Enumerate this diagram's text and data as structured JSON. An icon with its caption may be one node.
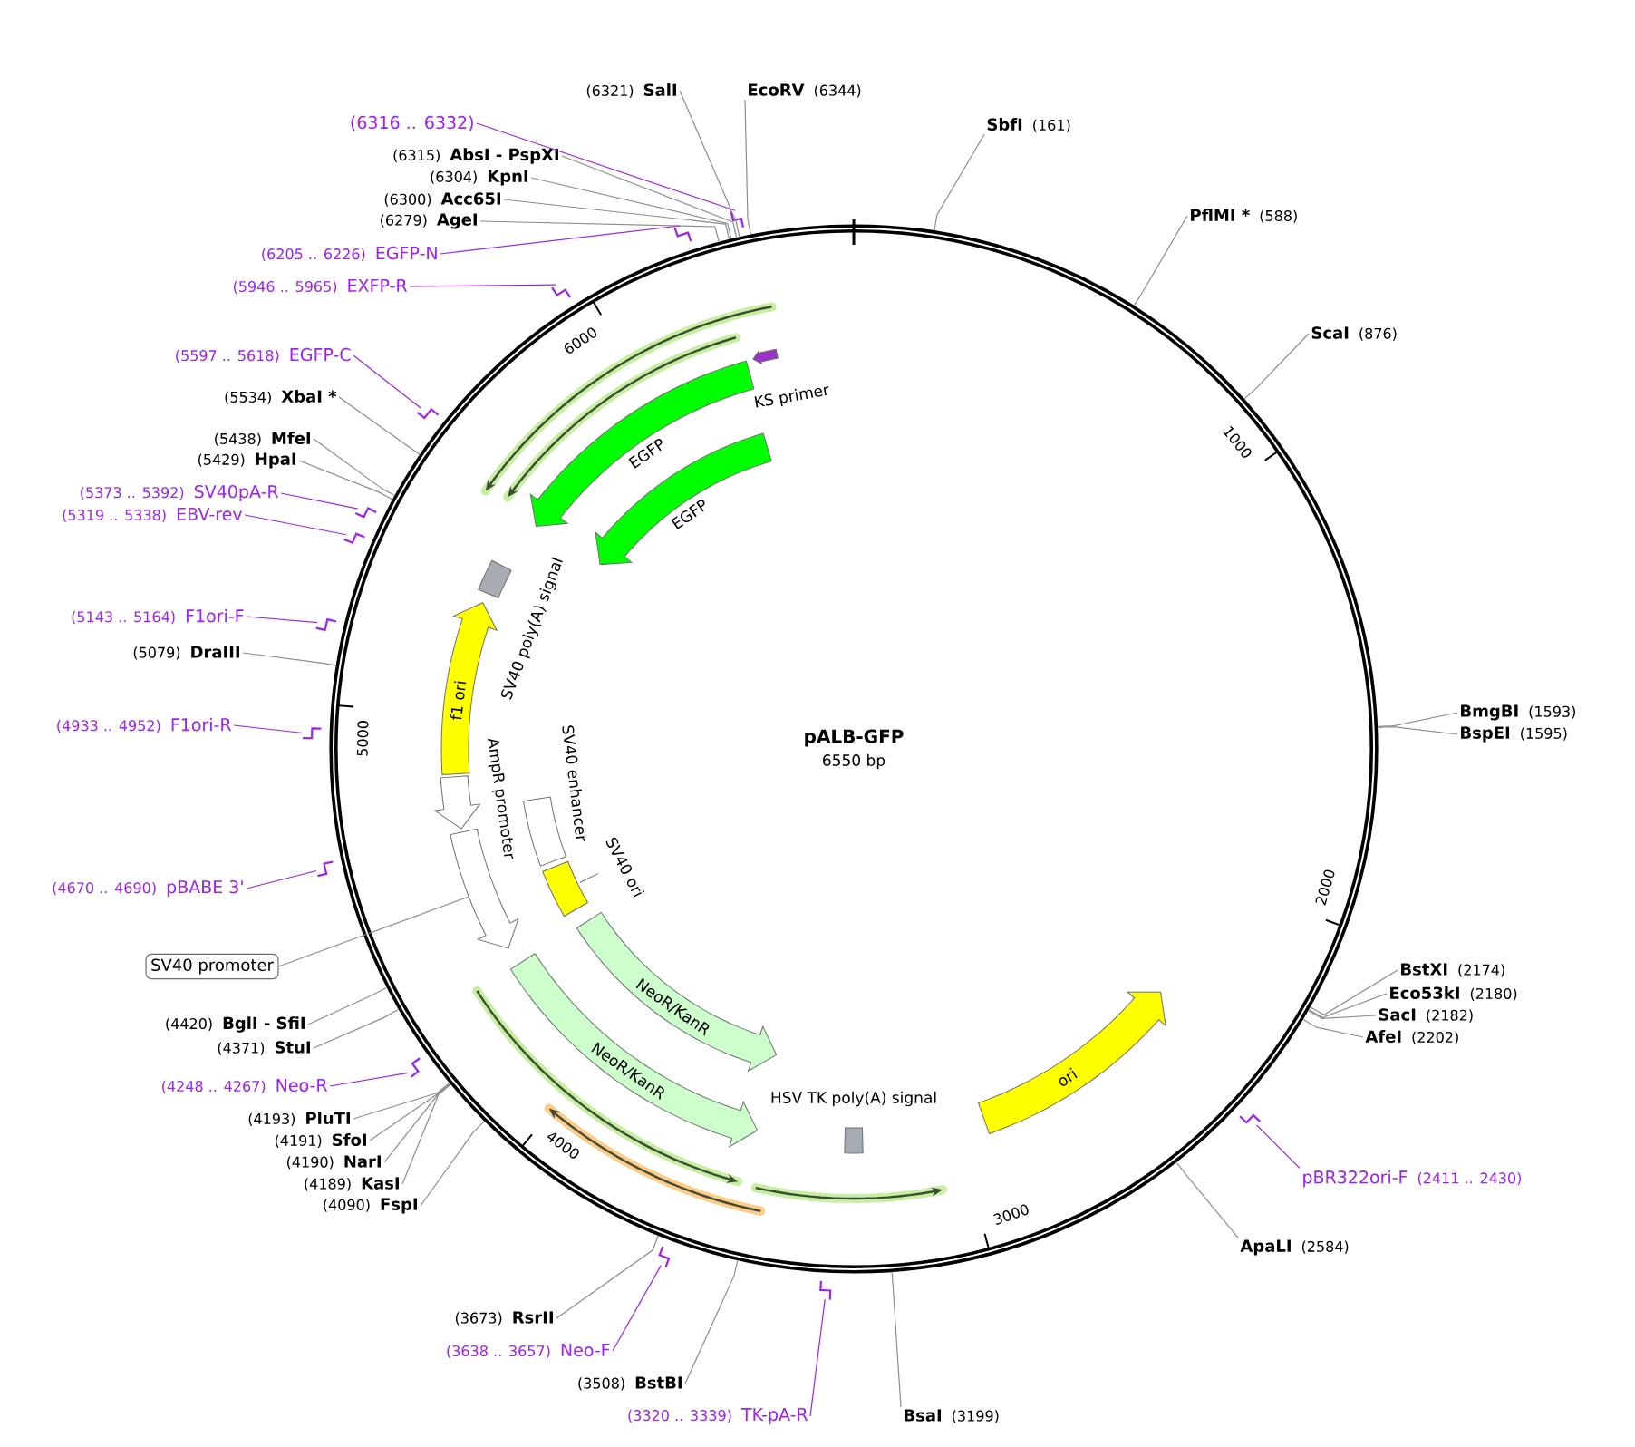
{
  "diagram": {
    "title": "pALB-GFP",
    "nodes": [
      {
        "text": [
          "(6321)",
          "SalI"
        ]
      },
      {
        "text": [
          "EcoRV",
          "(6344)"
        ]
      },
      {
        "text": [
          "SbfI",
          "(161)"
        ]
      },
      {
        "text": [
          "(6316 .. 6332)"
        ]
      },
      {
        "text": [
          "(6315)",
          "AbsI - PspXI"
        ]
      },
      {
        "text": [
          "(6304)",
          "KpnI"
        ]
      },
      {
        "text": [
          "(6300)",
          "Acc65I"
        ]
      },
      {
        "text": [
          "(6279)",
          "AgeI"
        ]
      },
      {
        "text": [
          "PflMI *",
          "(588)"
        ]
      },
      {
        "text": [
          "(6205 .. 6226)",
          "EGFP-N"
        ]
      },
      {
        "text": [
          "(5946 .. 5965)",
          "EXFP-R"
        ]
      },
      {
        "text": [
          "ScaI",
          "(876)"
        ]
      },
      {
        "text": [
          "(5597 .. 5618)",
          "EGFP-C"
        ]
      },
      {
        "text": [
          "(5534)",
          "XbaI *"
        ]
      },
      {
        "text": [
          "(5438)",
          "MfeI"
        ]
      },
      {
        "text": [
          "(5429)",
          "HpaI"
        ]
      },
      {
        "text": [
          "(5373 .. 5392)",
          "SV40pA-R"
        ]
      },
      {
        "text": [
          "(5319 .. 5338)",
          "EBV-rev"
        ]
      },
      {
        "text": [
          "(5143 .. 5164)",
          "F1ori-F"
        ]
      },
      {
        "text": [
          "(5079)",
          "DraIII"
        ]
      },
      {
        "text": [
          "BmgBI",
          "(1593)"
        ]
      },
      {
        "text": [
          "(4933 .. 4952)",
          "F1ori-R"
        ]
      },
      {
        "text": [
          "BspEI",
          "(1595)"
        ]
      },
      {
        "text": [
          "(4670 .. 4690)",
          "pBABE 3'"
        ]
      },
      {
        "text": [
          "SV40 promoter"
        ]
      },
      {
        "text": [
          "BstXI",
          "(2174)"
        ]
      },
      {
        "text": [
          "Eco53kI",
          "(2180)"
        ]
      },
      {
        "text": [
          "SacI",
          "(2182)"
        ]
      },
      {
        "text": [
          "(4420)",
          "BglI - SfiI"
        ]
      },
      {
        "text": [
          "AfeI",
          "(2202)"
        ]
      },
      {
        "text": [
          "(4371)",
          "StuI"
        ]
      },
      {
        "text": [
          "(4248 .. 4267)",
          "Neo-R"
        ]
      },
      {
        "text": [
          "(4193)",
          "PluTI"
        ]
      },
      {
        "text": [
          "(4191)",
          "SfoI"
        ]
      },
      {
        "text": [
          "(4190)",
          "NarI"
        ]
      },
      {
        "text": [
          "pBR322ori-F",
          "(2411 .. 2430)"
        ]
      },
      {
        "text": [
          "(4189)",
          "KasI"
        ]
      },
      {
        "text": [
          "(4090)",
          "FspI"
        ]
      },
      {
        "text": [
          "ApaLI",
          "(2584)"
        ]
      },
      {
        "text": [
          "(3673)",
          "RsrII"
        ]
      },
      {
        "text": [
          "(3638 .. 3657)",
          "Neo-F"
        ]
      },
      {
        "text": [
          "(3508)",
          "BstBI"
        ]
      },
      {
        "text": [
          "(3320 .. 3339)",
          "TK-pA-R"
        ]
      },
      {
        "text": [
          "BsaI",
          "(3199)"
        ]
      },
      {
        "text": [
          "KS primer"
        ]
      },
      {
        "text": [
          "EGFP"
        ]
      },
      {
        "text": [
          "EGFP"
        ]
      },
      {
        "text": [
          "SV40 poly(A) signal"
        ]
      },
      {
        "text": [
          "f1 ori"
        ]
      },
      {
        "text": [
          "AmpR promoter"
        ]
      },
      {
        "text": [],
        "shape": "arrow"
      },
      {
        "text": [
          "SV40 enhancer"
        ]
      },
      {
        "text": [
          "SV40 ori"
        ]
      },
      {
        "text": [
          "NeoR/KanR"
        ]
      },
      {
        "text": [
          "NeoR/KanR"
        ]
      },
      {
        "text": [
          "HSV TK poly(A) signal"
        ]
      },
      {
        "text": [
          "ori"
        ]
      }
    ],
    "edges": [
      {
        "from": 0,
        "to": null,
        "arrow": "none"
      },
      {
        "from": 1,
        "to": null,
        "arrow": "none"
      },
      {
        "from": 2,
        "to": null,
        "arrow": "none"
      },
      {
        "from": 3,
        "to": null,
        "arrow": "none",
        "color": "#a020f0"
      },
      {
        "from": 4,
        "to": null,
        "arrow": "none"
      },
      {
        "from": 5,
        "to": null,
        "arrow": "none"
      },
      {
        "from": 6,
        "to": null,
        "arrow": "none"
      },
      {
        "from": 7,
        "to": null,
        "arrow": "none"
      },
      {
        "from": 8,
        "to": null,
        "arrow": "none"
      },
      {
        "from": 9,
        "to": null,
        "arrow": "none",
        "color": "#a020f0"
      },
      {
        "from": 10,
        "to": null,
        "arrow": "none",
        "color": "#a020f0"
      },
      {
        "from": 11,
        "to": null,
        "arrow": "none"
      },
      {
        "from": 12,
        "to": null,
        "arrow": "none",
        "color": "#a020f0"
      },
      {
        "from": 13,
        "to": null,
        "arrow": "none"
      },
      {
        "from": 14,
        "to": null,
        "arrow": "none"
      },
      {
        "from": 15,
        "to": null,
        "arrow": "none"
      },
      {
        "from": 16,
        "to": null,
        "arrow": "none",
        "color": "#a020f0"
      },
      {
        "from": 17,
        "to": null,
        "arrow": "none",
        "color": "#a020f0"
      },
      {
        "from": 18,
        "to": null,
        "arrow": "none",
        "color": "#a020f0"
      },
      {
        "from": 19,
        "to": null,
        "arrow": "none"
      },
      {
        "from": 20,
        "to": null,
        "arrow": "none"
      },
      {
        "from": 21,
        "to": null,
        "arrow": "none",
        "color": "#a020f0"
      },
      {
        "from": 22,
        "to": null,
        "arrow": "none"
      },
      {
        "from": 23,
        "to": null,
        "arrow": "none",
        "color": "#a020f0"
      },
      {
        "from": 24,
        "to": 50,
        "arrow": "none"
      },
      {
        "from": 25,
        "to": null,
        "arrow": "none"
      },
      {
        "from": 26,
        "to": null,
        "arrow": "none"
      },
      {
        "from": 27,
        "to": null,
        "arrow": "none"
      },
      {
        "from": 28,
        "to": null,
        "arrow": "none"
      },
      {
        "from": 29,
        "to": null,
        "arrow": "none"
      },
      {
        "from": 30,
        "to": null,
        "arrow": "none"
      },
      {
        "from": 31,
        "to": null,
        "arrow": "none",
        "color": "#a020f0"
      },
      {
        "from": 32,
        "to": null,
        "arrow": "none"
      },
      {
        "from": 33,
        "to": null,
        "arrow": "none"
      },
      {
        "from": 34,
        "to": null,
        "arrow": "none"
      },
      {
        "from": 35,
        "to": null,
        "arrow": "none",
        "color": "#a020f0"
      },
      {
        "from": 36,
        "to": null,
        "arrow": "none"
      },
      {
        "from": 37,
        "to": null,
        "arrow": "none"
      },
      {
        "from": 38,
        "to": null,
        "arrow": "none"
      },
      {
        "from": 39,
        "to": null,
        "arrow": "none"
      },
      {
        "from": 40,
        "to": null,
        "arrow": "none",
        "color": "#a020f0"
      },
      {
        "from": 41,
        "to": null,
        "arrow": "none"
      },
      {
        "from": 42,
        "to": null,
        "arrow": "none",
        "color": "#a020f0"
      },
      {
        "from": 43,
        "to": null,
        "arrow": "none"
      }
    ],
    "labels": [
      "6550 bp",
      "1000",
      "2000",
      "3000",
      "4000",
      "5000",
      "6000"
    ]
  }
}
